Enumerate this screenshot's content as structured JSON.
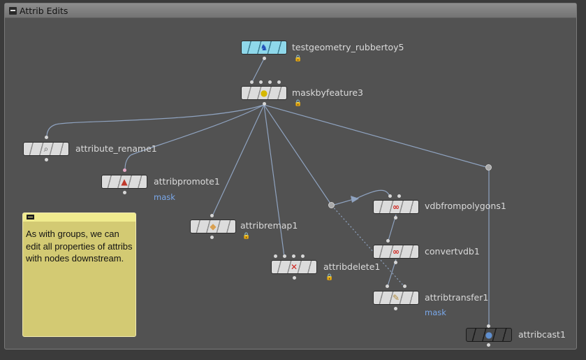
{
  "network_box": {
    "title": "Attrib Edits"
  },
  "sticky_note": {
    "text": "As with groups, we can edit all properties of attribs with nodes downstream."
  },
  "nodes": {
    "testgeometry": {
      "name": "testgeometry_rubbertoy5",
      "icon": "rubbertoy-icon"
    },
    "maskbyfeature": {
      "name": "maskbyfeature3",
      "icon": "duck-icon"
    },
    "attribute_rename": {
      "name": "attribute_rename1",
      "icon": "tag-icon"
    },
    "attribpromote": {
      "name": "attribpromote1",
      "sublabel": "mask",
      "icon": "promote-icon"
    },
    "attribremap": {
      "name": "attribremap1",
      "icon": "remap-icon"
    },
    "attribdelete": {
      "name": "attribdelete1",
      "icon": "delete-x-icon"
    },
    "vdbfrompolygons": {
      "name": "vdbfrompolygons1",
      "icon": "vdb-icon"
    },
    "convertvdb": {
      "name": "convertvdb1",
      "icon": "vdb-icon"
    },
    "attribtransfer": {
      "name": "attribtransfer1",
      "sublabel": "mask",
      "icon": "transfer-icon"
    },
    "attribcast": {
      "name": "attribcast1",
      "icon": "cast-icon"
    }
  },
  "colors": {
    "background": "#3b3b3b",
    "network_box": "#525252",
    "display_flag": "#8fd8ea",
    "sticky": "#d3ca73",
    "wire": "#8fa3c0",
    "sublabel": "#7aa8ea"
  }
}
